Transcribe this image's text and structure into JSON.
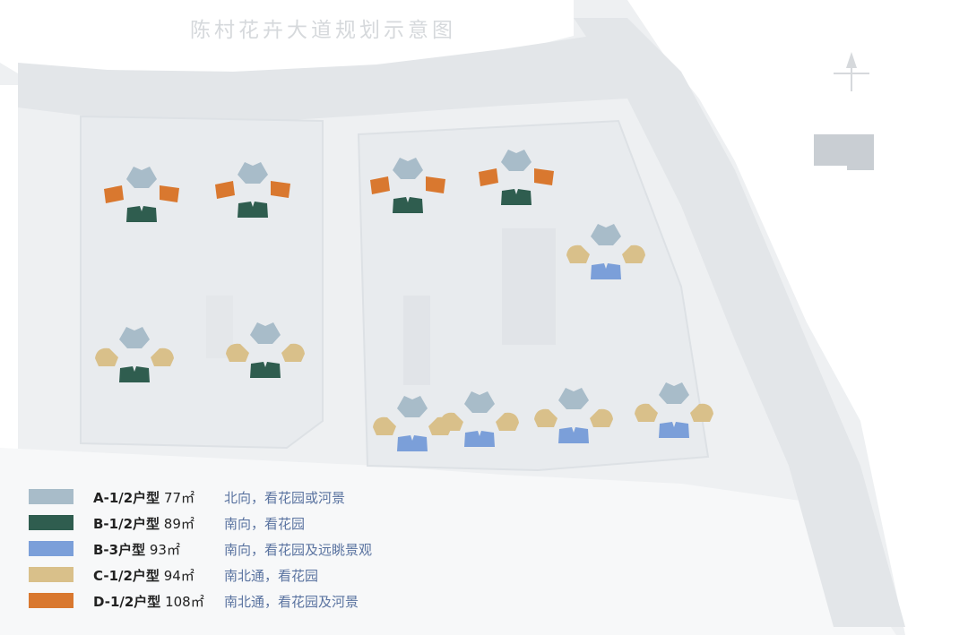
{
  "title": "陈村花卉大道规划示意图",
  "colors": {
    "A": "#a8bcc9",
    "B12": "#2f5d4f",
    "B3": "#7b9fd9",
    "C": "#d9c08a",
    "D": "#d9782f"
  },
  "compass": "north-arrow-icon",
  "legend": [
    {
      "key": "A",
      "type": "A-1/2户型",
      "area": "77㎡",
      "desc": "北向，看花园或河景"
    },
    {
      "key": "B12",
      "type": "B-1/2户型",
      "area": "89㎡",
      "desc": "南向，看花园"
    },
    {
      "key": "B3",
      "type": "B-3户型",
      "area": "93㎡",
      "desc": "南向，看花园及远眺景观"
    },
    {
      "key": "C",
      "type": "C-1/2户型",
      "area": "94㎡",
      "desc": "南北通，看花园"
    },
    {
      "key": "D",
      "type": "D-1/2户型",
      "area": "108㎡",
      "desc": "南北通，看花园及河景"
    }
  ]
}
